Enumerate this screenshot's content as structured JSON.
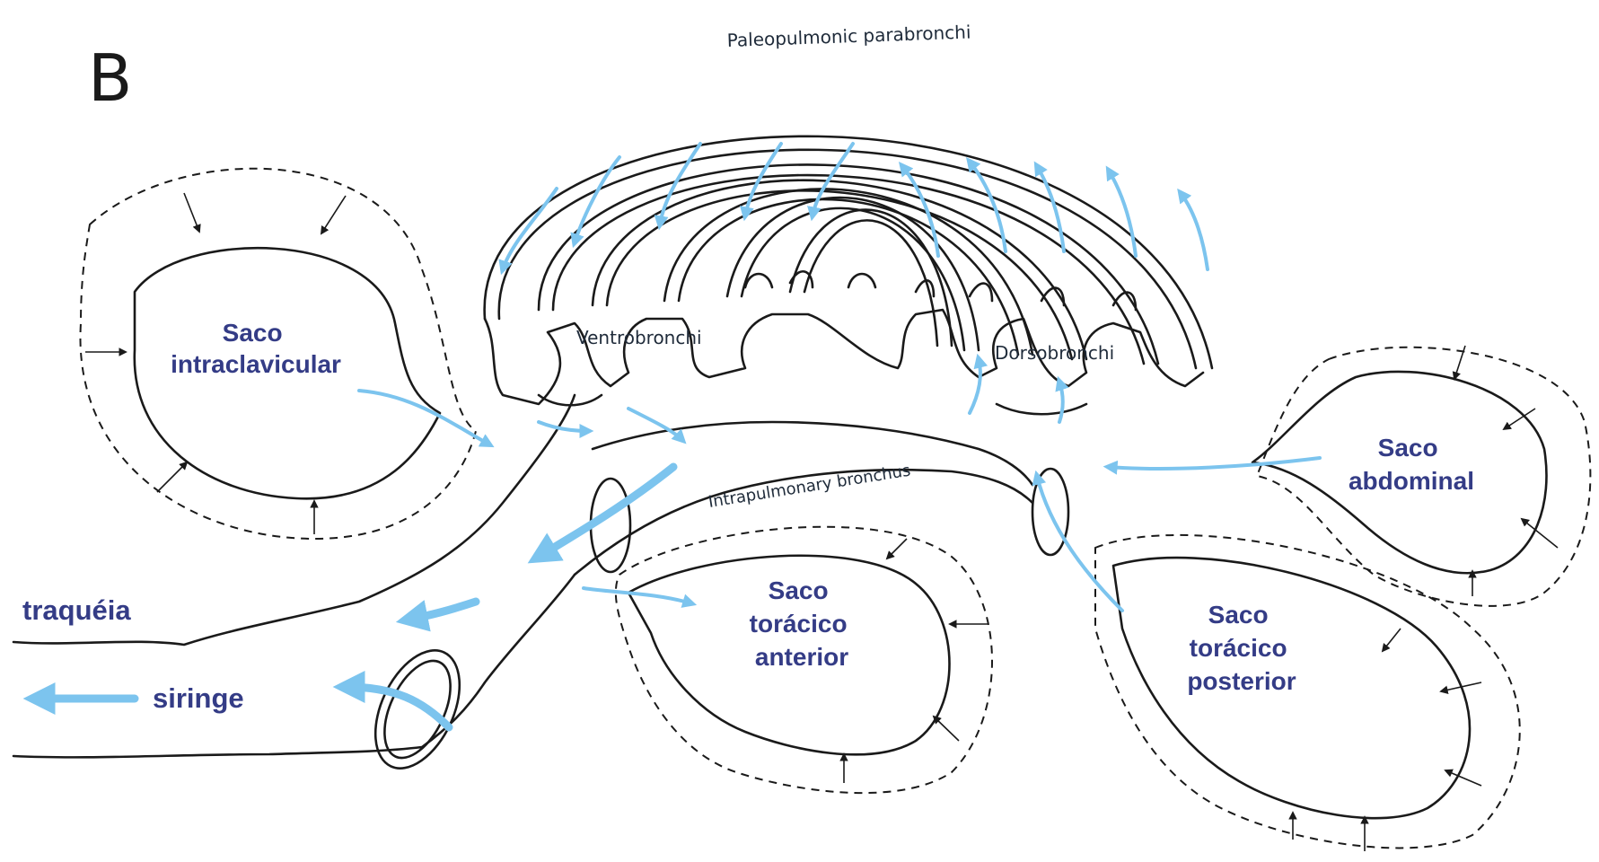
{
  "figure": {
    "panel_letter": "B",
    "colors": {
      "outline": "#1a1a1a",
      "flow_arrow": "#7cc4ee",
      "label_blue": "#343c86"
    }
  },
  "labels": {
    "paleopulmonic": "Paleopulmonic parabronchi",
    "ventrobronchi": "Ventrobronchi",
    "dorsobronchi": "Dorsobronchi",
    "intrapulmonary": "Intrapulmonary bronchus",
    "intraclavicular": [
      "Saco",
      "intraclavicular"
    ],
    "abdominal": [
      "Saco",
      "abdominal"
    ],
    "toracico_anterior": [
      "Saco",
      "torácico",
      "anterior"
    ],
    "toracico_posterior": [
      "Saco",
      "torácico",
      "posterior"
    ],
    "traqueia": "traquéia",
    "siringe": "siringe"
  }
}
